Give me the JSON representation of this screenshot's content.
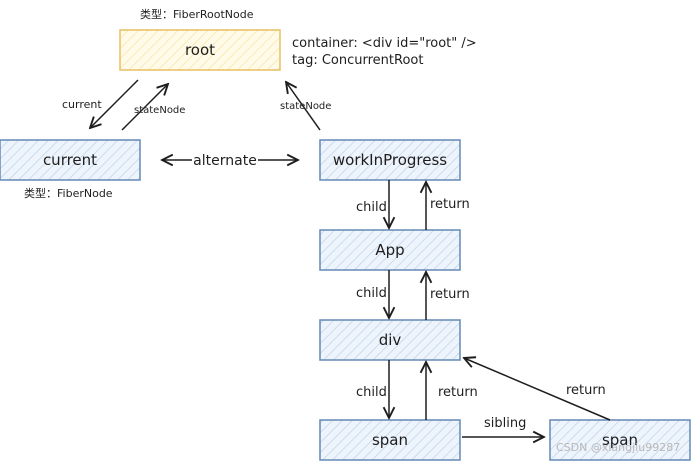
{
  "colors": {
    "root_stroke": "#e9c36a",
    "root_fill": "#fff7d6",
    "node_stroke": "#6d8fba",
    "node_fill": "#e3eefa",
    "ink": "#1e1e1e"
  },
  "nodes": {
    "root": "root",
    "current": "current",
    "wip": "workInProgress",
    "app": "App",
    "div": "div",
    "span1": "span",
    "span2": "span"
  },
  "annotations": {
    "root_type": "类型：FiberRootNode",
    "current_type": "类型：FiberNode",
    "root_container": "container: <div id=\"root\" />",
    "root_tag": "tag: ConcurrentRoot"
  },
  "edges": {
    "current": "current",
    "stateNode_left": "stateNode",
    "stateNode_right": "stateNode",
    "alternate": "alternate",
    "child_wip_app": "child",
    "return_app_wip": "return",
    "child_app_div": "child",
    "return_div_app": "return",
    "child_div_span": "child",
    "return_span_div": "return",
    "sibling": "sibling",
    "return_span2_div": "return"
  },
  "watermark": "CSDN @xiangjiu99287"
}
